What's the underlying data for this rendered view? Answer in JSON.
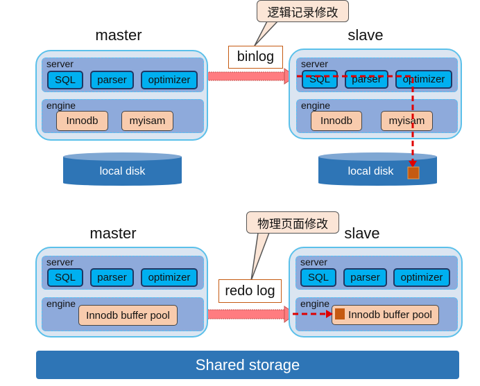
{
  "top": {
    "callout": "逻辑记录修改",
    "log_label": "binlog",
    "master": {
      "title": "master",
      "server": "server",
      "sql": "SQL",
      "parser": "parser",
      "optimizer": "optimizer",
      "engine": "engine",
      "engine1": "Innodb",
      "engine2": "myisam",
      "disk": "local disk"
    },
    "slave": {
      "title": "slave",
      "server": "server",
      "sql": "SQL",
      "parser": "parser",
      "optimizer": "optimizer",
      "engine": "engine",
      "engine1": "Innodb",
      "engine2": "myisam",
      "disk": "local disk"
    }
  },
  "bottom": {
    "callout": "物理页面修改",
    "log_label": "redo log",
    "master": {
      "title": "master",
      "server": "server",
      "sql": "SQL",
      "parser": "parser",
      "optimizer": "optimizer",
      "engine": "engine",
      "pool": "Innodb buffer pool"
    },
    "slave": {
      "title": "slave",
      "server": "server",
      "sql": "SQL",
      "parser": "parser",
      "optimizer": "optimizer",
      "engine": "engine",
      "pool": "Innodb buffer pool"
    },
    "storage": "Shared storage"
  },
  "colors": {
    "arrow": "#ff7c80",
    "dashed": "#e00000",
    "marker": "#c55a11",
    "disk": "#2e75b6"
  }
}
